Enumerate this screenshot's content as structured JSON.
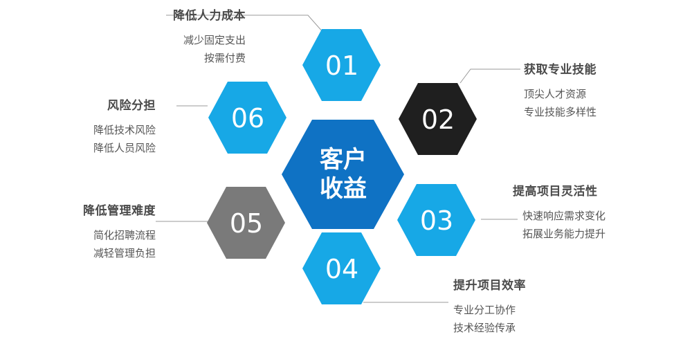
{
  "center": {
    "line1": "客户",
    "line2": "收益",
    "color": "#0f72c4"
  },
  "items": [
    {
      "num": "01",
      "title": "降低人力成本",
      "lines": [
        "减少固定支出",
        "按需付费"
      ],
      "color": "#17a8e6"
    },
    {
      "num": "02",
      "title": "获取专业技能",
      "lines": [
        "顶尖人才资源",
        "专业技能多样性"
      ],
      "color": "#1f1f1f"
    },
    {
      "num": "03",
      "title": "提高项目灵活性",
      "lines": [
        "快速响应需求变化",
        "拓展业务能力提升"
      ],
      "color": "#17a8e6"
    },
    {
      "num": "04",
      "title": "提升项目效率",
      "lines": [
        "专业分工协作",
        "技术经验传承"
      ],
      "color": "#17a8e6"
    },
    {
      "num": "05",
      "title": "降低管理难度",
      "lines": [
        "简化招聘流程",
        "减轻管理负担"
      ],
      "color": "#7a7a7a"
    },
    {
      "num": "06",
      "title": "风险分担",
      "lines": [
        "降低技术风险",
        "降低人员风险"
      ],
      "color": "#17a8e6"
    }
  ]
}
